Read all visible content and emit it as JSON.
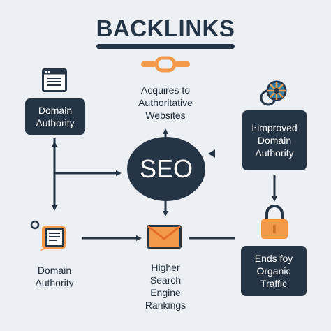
{
  "title": "BACKLINKS",
  "center": {
    "label": "SEO"
  },
  "nodes": {
    "top_label": "Acquires to\nAuthoritative\nWebsites",
    "domain_authority_box": "Domain\nAuthority",
    "improved_box": "Ŀimproved\nDomain\nAuthority",
    "domain_authority_bottom": "Domain\nAuthority",
    "rankings_label": "Higher\nSearch\nEngine\nRankings",
    "organic_box": "Ends foy\nOrganic\nTraffic"
  },
  "colors": {
    "background": "#eceff3",
    "dark": "#263545",
    "accent_orange": "#f29a4a",
    "accent_blue": "#2f7fa8"
  },
  "icons": [
    "chain-link-icon",
    "browser-window-icon",
    "network-globe-icon",
    "document-icon",
    "envelope-icon",
    "padlock-icon"
  ]
}
